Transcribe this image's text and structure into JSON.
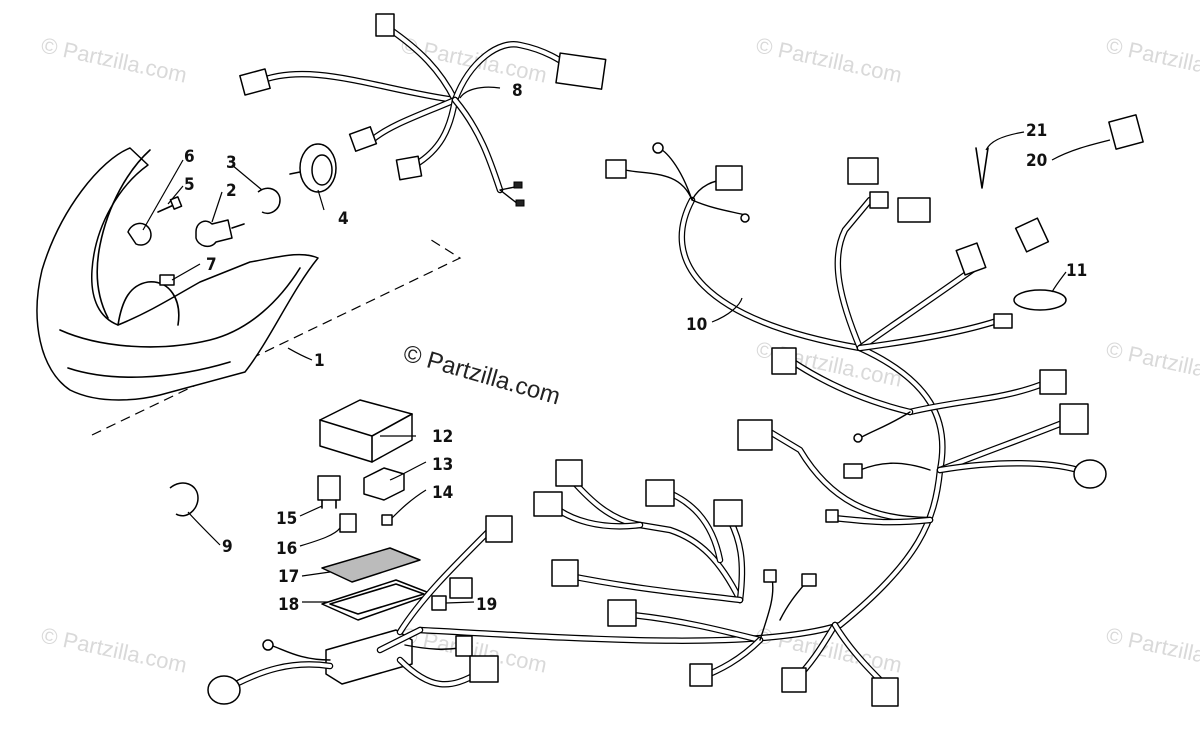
{
  "watermark": {
    "tile_text": "© Partzilla.com",
    "center_text": "© Partzilla.com"
  },
  "callouts": [
    {
      "id": "1",
      "label": "1"
    },
    {
      "id": "2",
      "label": "2"
    },
    {
      "id": "3",
      "label": "3"
    },
    {
      "id": "4",
      "label": "4"
    },
    {
      "id": "5",
      "label": "5"
    },
    {
      "id": "6",
      "label": "6"
    },
    {
      "id": "7",
      "label": "7"
    },
    {
      "id": "8",
      "label": "8"
    },
    {
      "id": "9",
      "label": "9"
    },
    {
      "id": "10",
      "label": "10"
    },
    {
      "id": "11",
      "label": "11"
    },
    {
      "id": "12",
      "label": "12"
    },
    {
      "id": "13",
      "label": "13"
    },
    {
      "id": "14",
      "label": "14"
    },
    {
      "id": "15",
      "label": "15"
    },
    {
      "id": "16",
      "label": "16"
    },
    {
      "id": "17",
      "label": "17"
    },
    {
      "id": "18",
      "label": "18"
    },
    {
      "id": "19",
      "label": "19"
    },
    {
      "id": "20",
      "label": "20"
    },
    {
      "id": "21",
      "label": "21"
    }
  ]
}
